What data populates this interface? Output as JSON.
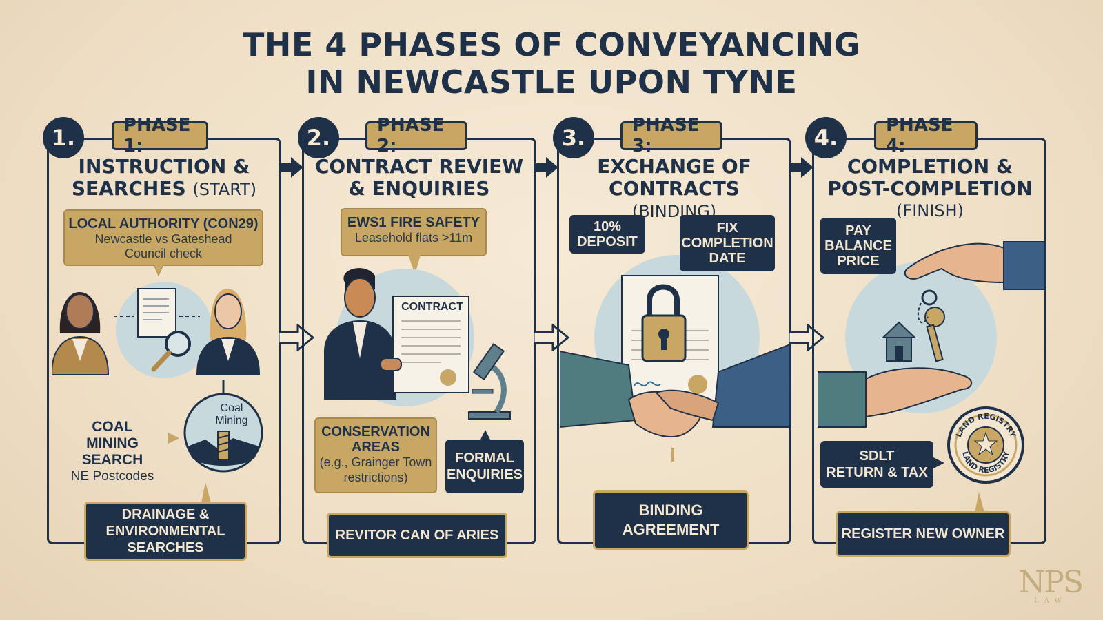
{
  "title": {
    "line1": "THE 4 PHASES OF CONVEYANCING",
    "line2": "IN NEWCASTLE UPON TYNE"
  },
  "phases": [
    {
      "number": "1.",
      "label": "PHASE 1:",
      "heading_line1": "INSTRUCTION &",
      "heading_line2": "SEARCHES",
      "heading_paren": "(START)",
      "callout_title": "LOCAL AUTHORITY (CON29)",
      "callout_sub1": "Newcastle vs Gateshead",
      "callout_sub2": "Council check",
      "coal_title1": "COAL",
      "coal_title2": "MINING SEARCH",
      "coal_sub": "NE Postcodes",
      "coal_circle_1": "Coal",
      "coal_circle_2": "Mining",
      "footer1": "DRAINAGE &",
      "footer2": "ENVIRONMENTAL",
      "footer3": "SEARCHES"
    },
    {
      "number": "2.",
      "label": "PHASE 2:",
      "heading_line1": "CONTRACT REVIEW",
      "heading_line2": "& ENQUIRIES",
      "callout_title": "EWS1 FIRE SAFETY",
      "callout_sub": "Leasehold flats >11m",
      "contract_label": "CONTRACT",
      "cons_title1": "CONSERVATION",
      "cons_title2": "AREAS",
      "cons_sub1": "(e.g., Grainger Town",
      "cons_sub2": "restrictions)",
      "formal1": "FORMAL",
      "formal2": "ENQUIRIES",
      "footer": "REVITOR CAN OF ARIES"
    },
    {
      "number": "3.",
      "label": "PHASE 3:",
      "heading_line1": "EXCHANGE OF",
      "heading_line2": "CONTRACTS",
      "heading_paren": "(BINDING)",
      "deposit1": "10%",
      "deposit2": "DEPOSIT",
      "fix1": "FIX",
      "fix2": "COMPLETION",
      "fix3": "DATE",
      "footer1": "BINDING",
      "footer2": "AGREEMENT"
    },
    {
      "number": "4.",
      "label": "PHASE 4:",
      "heading_line1": "COMPLETION &",
      "heading_line2": "POST-COMPLETION",
      "heading_paren": "(FINISH)",
      "pay1": "PAY",
      "pay2": "BALANCE",
      "pay3": "PRICE",
      "sdlt1": "SDLT",
      "sdlt2": "RETURN & TAX",
      "stamp_text": "LAND REGISTRY",
      "footer": "REGISTER NEW OWNER"
    }
  ],
  "watermark": {
    "main": "NPS",
    "sub": "LAW"
  },
  "colors": {
    "navy": "#1f3148",
    "gold": "#c8a765",
    "cream": "#f6ead6",
    "teal": "#c7d9dd"
  }
}
